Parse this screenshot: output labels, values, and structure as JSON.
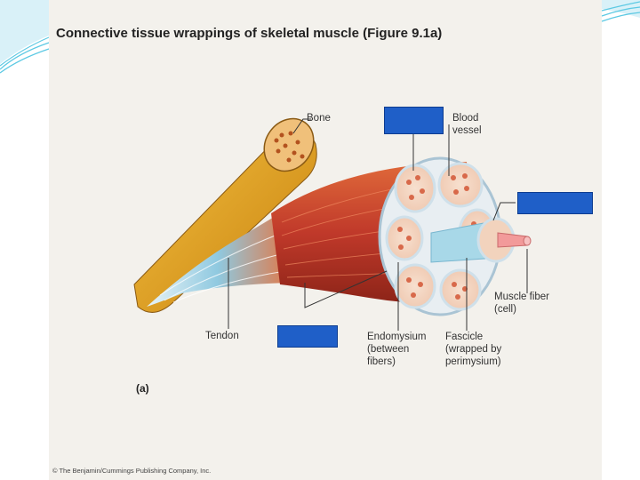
{
  "figure": {
    "title": "Connective tissue wrappings of skeletal muscle (Figure 9.1a)",
    "panel_label": "(a)",
    "copyright": "© The Benjamin/Cummings Publishing Company, Inc."
  },
  "labels": {
    "bone": "Bone",
    "blood_vessel_1": "Blood",
    "blood_vessel_2": "vessel",
    "muscle_fiber_1": "Muscle fiber",
    "muscle_fiber_2": "(cell)",
    "tendon": "Tendon",
    "endomysium_1": "Endomysium",
    "endomysium_2": "(between",
    "endomysium_3": "fibers)",
    "fascicle_1": "Fascicle",
    "fascicle_2": "(wrapped by",
    "fascicle_3": "perimysium)"
  },
  "colors": {
    "label_box": "#1f5fc8",
    "muscle": "#c23a2a",
    "bone": "#e0a52a",
    "tendon": "#9fd0e6",
    "slide_accent": "#3cc2e0"
  }
}
